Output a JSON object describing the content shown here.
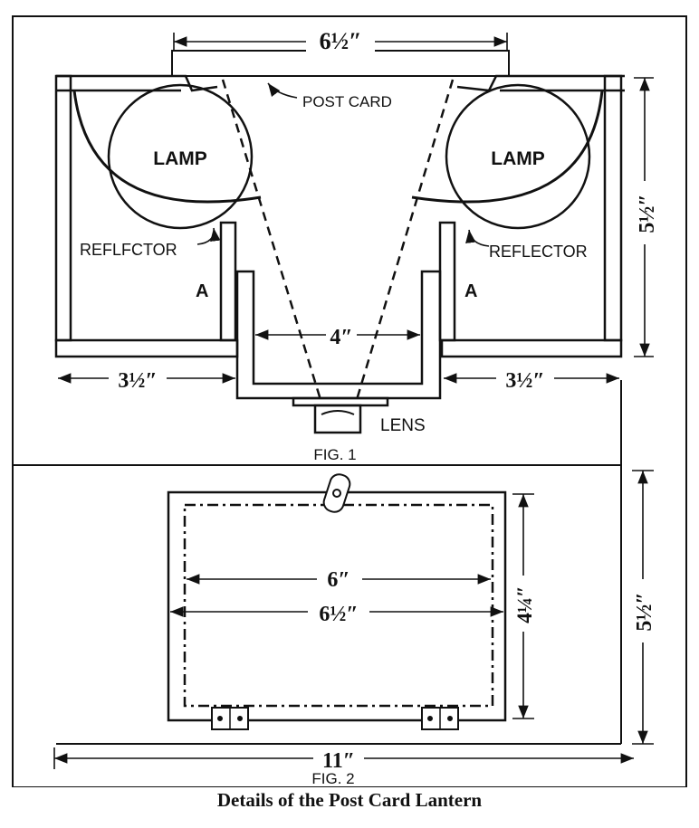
{
  "labels": {
    "post_card": "POST CARD",
    "lamp_left": "LAMP",
    "lamp_right": "LAMP",
    "reflector_left": "REFLFCTOR",
    "reflector_right": "REFLECTOR",
    "a_left": "A",
    "a_right": "A",
    "lens": "LENS",
    "fig1": "FIG. 1",
    "fig2": "FIG. 2"
  },
  "dimensions": {
    "top_width": "6½″",
    "right_height_fig1": "5½″",
    "inner_width": "4″",
    "left_offset": "3½″",
    "right_offset": "3½″",
    "card_inner_width": "6″",
    "card_outer_width": "6½″",
    "card_height": "4¼″",
    "right_height_fig2": "5½″",
    "overall_width": "11″"
  },
  "caption": "Details of the Post Card Lantern"
}
